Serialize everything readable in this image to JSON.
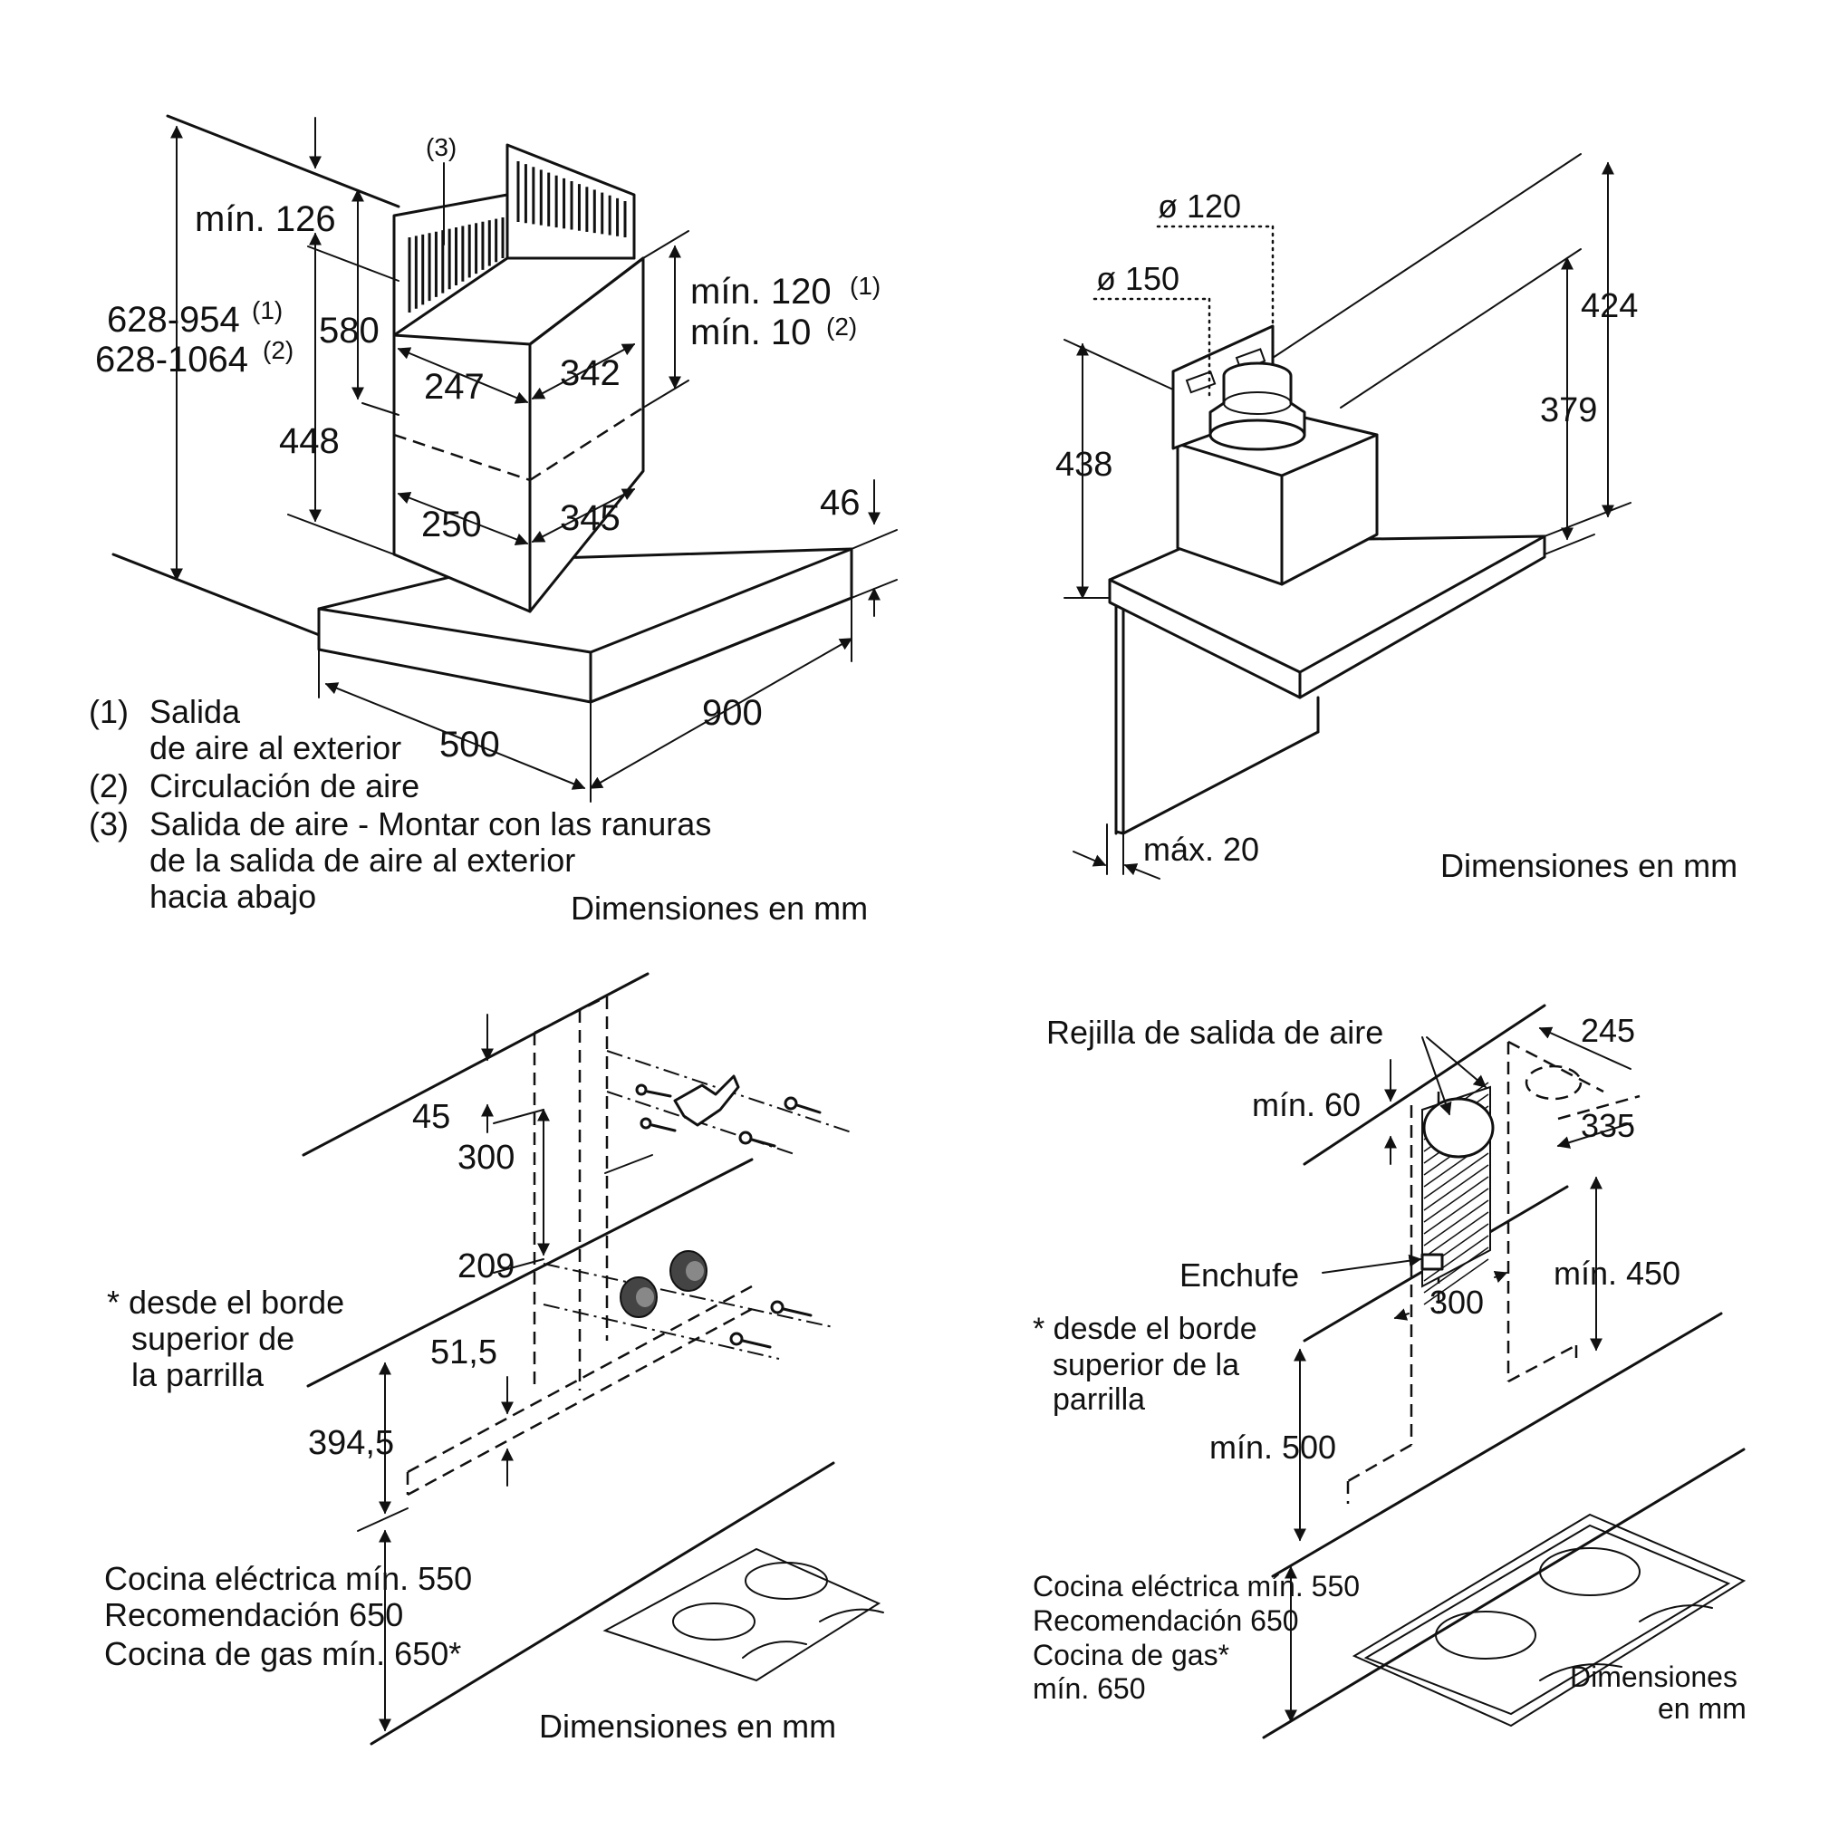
{
  "panel1": {
    "dims": {
      "d3": "(3)",
      "d126": "mín. 126",
      "d628a": "628-954",
      "d628a_sup": "(1)",
      "d628b": "628-1064",
      "d628b_sup": "(2)",
      "d580": "580",
      "d448": "448",
      "d247": "247",
      "d342": "342",
      "d250": "250",
      "d345": "345",
      "d120": "mín. 120",
      "d120_sup": "(1)",
      "d10": "mín. 10",
      "d10_sup": "(2)",
      "d46": "46",
      "d900": "900",
      "d500": "500"
    },
    "legend": {
      "m1": "(1)",
      "l1a": "Salida",
      "l1b": "de aire al exterior",
      "m2": "(2)",
      "l2": "Circulación de aire",
      "m3": "(3)",
      "l3a": "Salida de aire - Montar con las ranuras",
      "l3b": "de la salida de aire al exterior",
      "l3c": "hacia abajo"
    },
    "footer": "Dimensiones en mm"
  },
  "panel2": {
    "dims": {
      "d120": "ø 120",
      "d150": "ø 150",
      "d424": "424",
      "d379": "379",
      "d438": "438",
      "d20": "máx. 20"
    },
    "footer": "Dimensiones en mm"
  },
  "panel3": {
    "dims": {
      "d45": "45",
      "d300": "300",
      "d209": "209",
      "d515": "51,5",
      "d3945": "394,5"
    },
    "note": [
      "* desde el borde",
      "superior de",
      "la parrilla"
    ],
    "cook": [
      "Cocina eléctrica mín. 550",
      "Recomendación 650",
      "Cocina de gas mín. 650*"
    ],
    "footer": "Dimensiones en mm"
  },
  "panel4": {
    "dims": {
      "rejilla": "Rejilla de salida de aire",
      "d245": "245",
      "d60": "mín. 60",
      "d335": "335",
      "enchufe": "Enchufe",
      "d450": "mín. 450",
      "d300": "300",
      "d500": "mín. 500"
    },
    "note": [
      "* desde el borde",
      "superior de la",
      "parrilla"
    ],
    "cook": [
      "Cocina eléctrica mín. 550",
      "Recomendación 650",
      "Cocina de gas*",
      "mín. 650"
    ],
    "footer": [
      "Dimensiones",
      "en mm"
    ]
  }
}
